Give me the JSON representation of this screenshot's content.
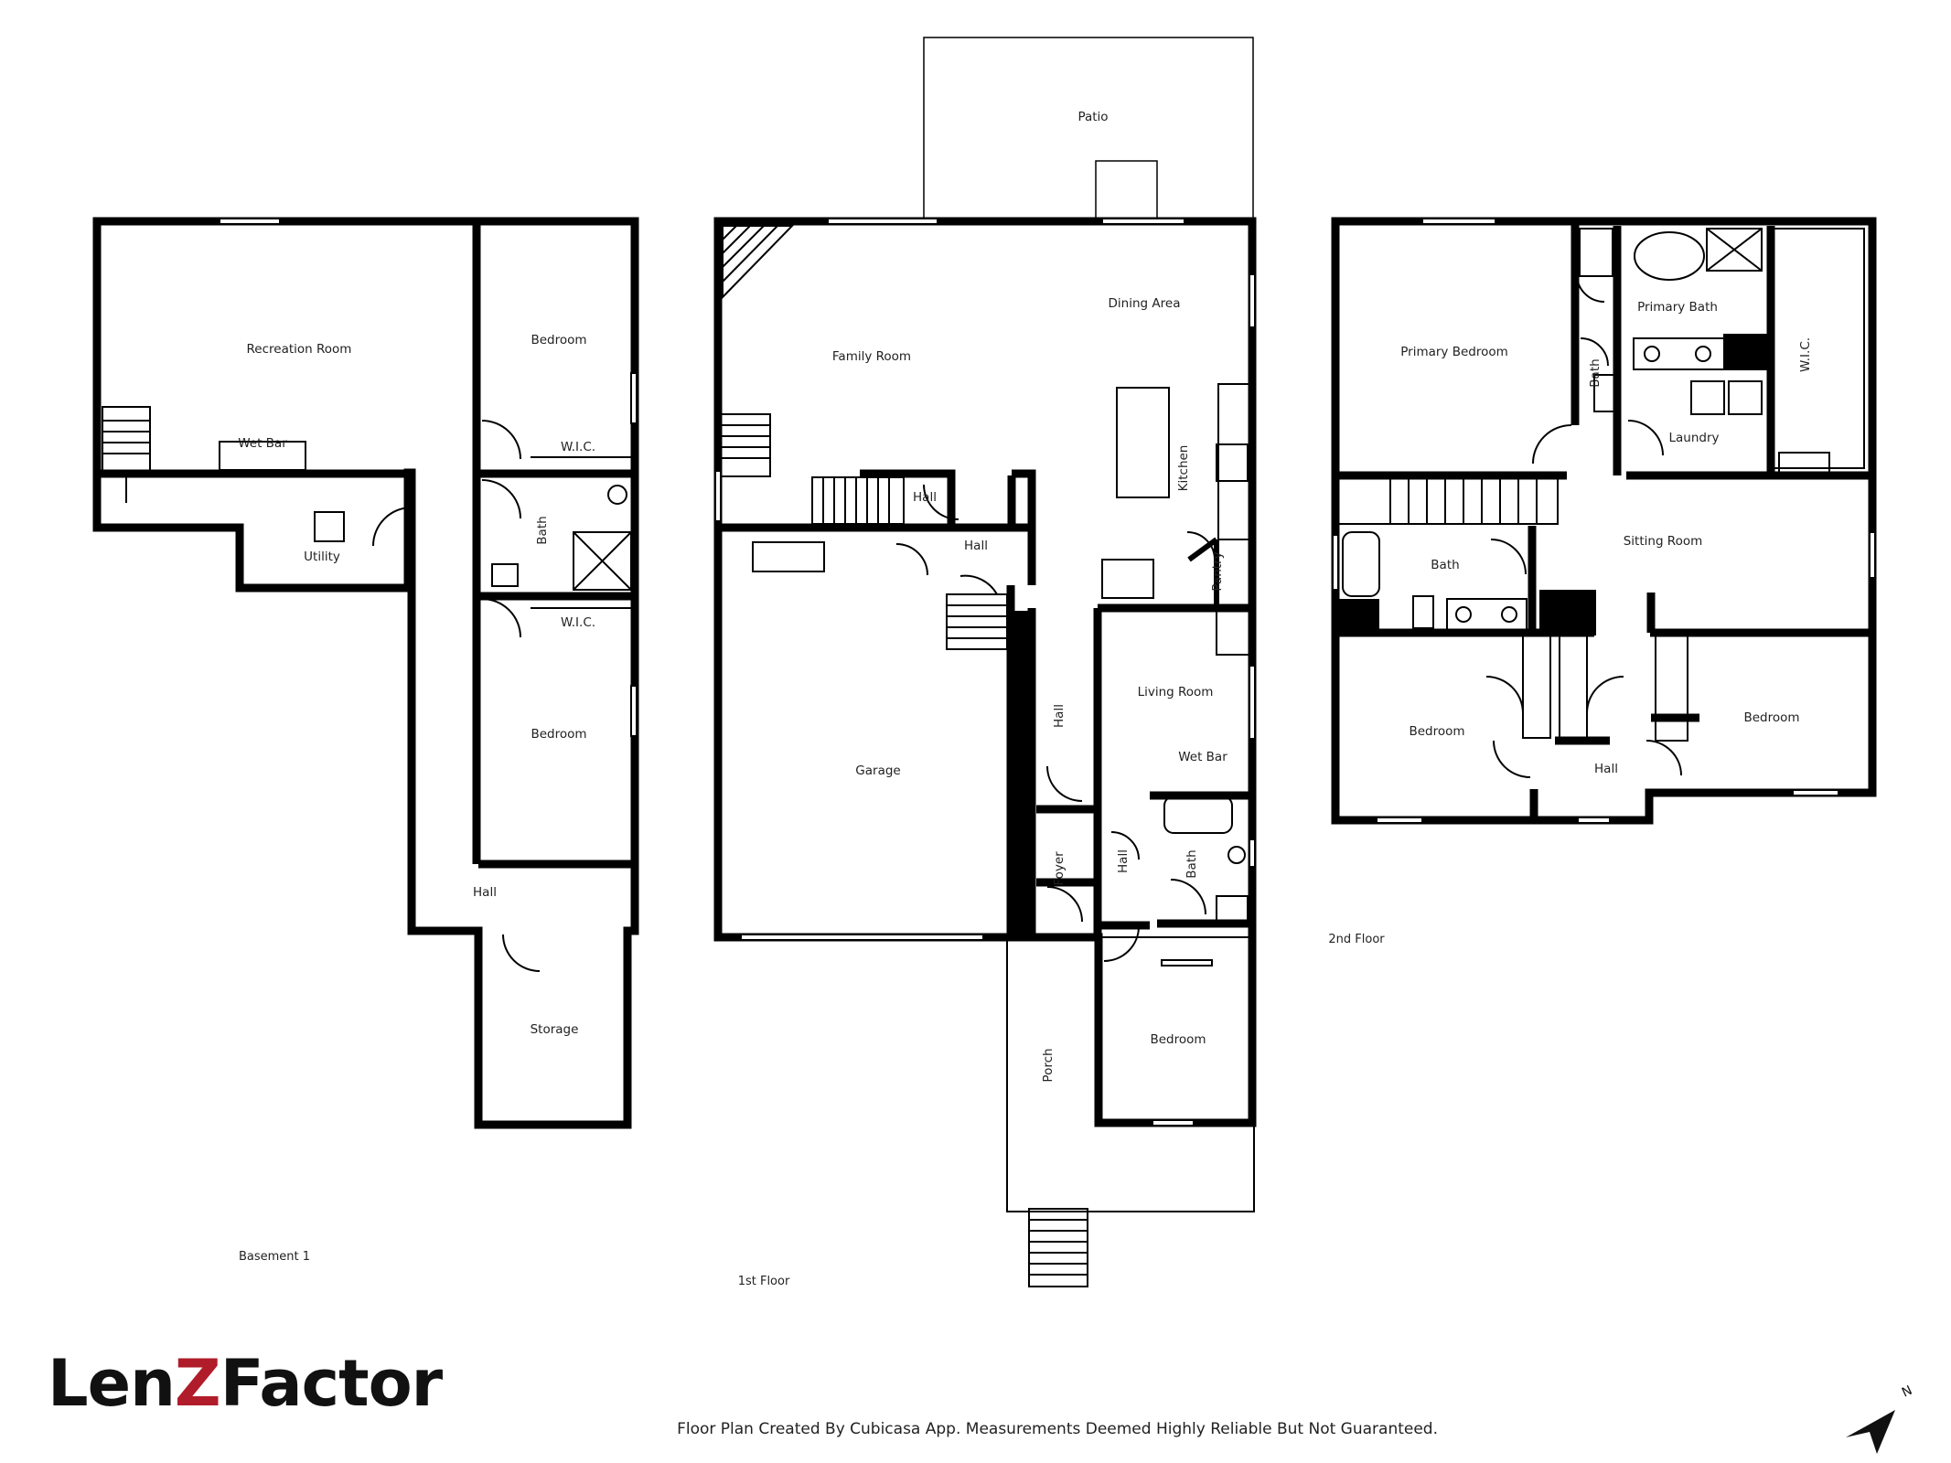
{
  "floors": {
    "basement": {
      "title": "Basement 1",
      "rooms": {
        "recreation": "Recreation Room",
        "wet_bar": "Wet Bar",
        "utility": "Utility",
        "bedroom_top": "Bedroom",
        "wic_top": "W.I.C.",
        "bath": "Bath",
        "wic_bottom": "W.I.C.",
        "bedroom_bottom": "Bedroom",
        "hall": "Hall",
        "storage": "Storage"
      }
    },
    "first": {
      "title": "1st Floor",
      "rooms": {
        "patio": "Patio",
        "family": "Family Room",
        "dining": "Dining Area",
        "kitchen": "Kitchen",
        "pantry": "Pantry",
        "hall_a": "Hall",
        "hall_b": "Hall",
        "garage": "Garage",
        "hall_c": "Hall",
        "living": "Living Room",
        "wet_bar": "Wet Bar",
        "foyer": "Foyer",
        "hall_d": "Hall",
        "bath": "Bath",
        "bedroom": "Bedroom",
        "porch": "Porch"
      }
    },
    "second": {
      "title": "2nd Floor",
      "rooms": {
        "primary_bedroom": "Primary Bedroom",
        "primary_bath": "Primary Bath",
        "bath_small": "Bath",
        "wic": "W.I.C.",
        "laundry": "Laundry",
        "bath": "Bath",
        "sitting": "Sitting Room",
        "bedroom_left": "Bedroom",
        "hall": "Hall",
        "bedroom_right": "Bedroom"
      }
    }
  },
  "branding": {
    "logo_part1": "Len",
    "logo_part2": "Z",
    "logo_part3": "Factor",
    "disclaimer": "Floor Plan Created By Cubicasa App. Measurements Deemed Highly Reliable But Not Guaranteed.",
    "compass_label": "N"
  },
  "colors": {
    "wall": "#000000",
    "logo_accent": "#b01c2a"
  }
}
